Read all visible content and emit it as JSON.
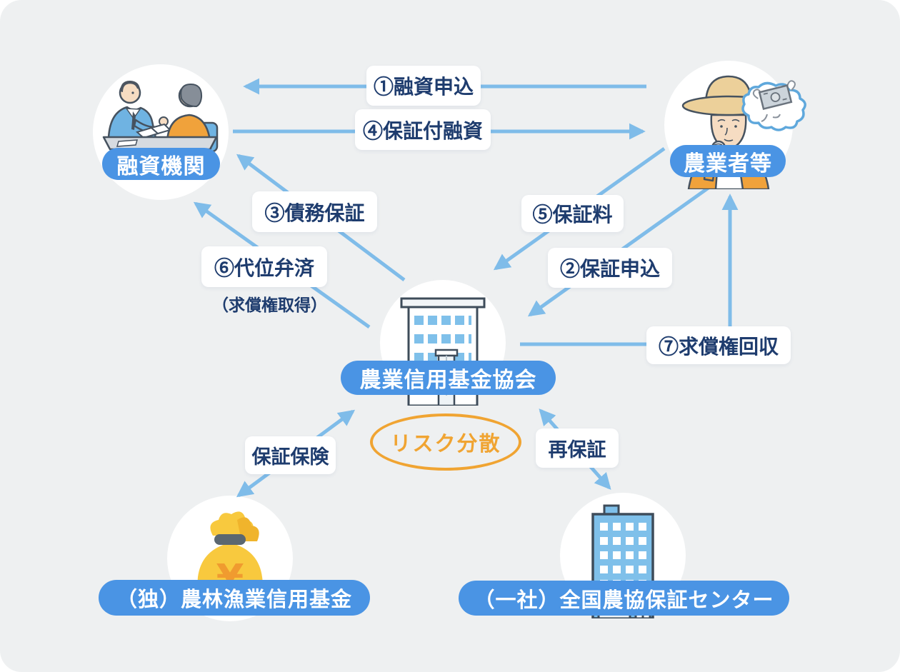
{
  "colors": {
    "canvas_bg": "#eef0f1",
    "page_bg": "#ffffff",
    "node_pill_blue": "#4a94e4",
    "arrow_blue": "#7fbce9",
    "label_text_navy": "#1e3c6e",
    "label_bg": "#ffffff",
    "risk_orange": "#f0a432",
    "illustration_orange": "#f0a23b",
    "money_bag_yellow": "#f8c93e",
    "building_window_blue": "#7fc0ea",
    "outline_slate": "#46525f"
  },
  "nodes": {
    "loan_institution": {
      "label": "融資機関"
    },
    "farmer": {
      "label": "農業者等"
    },
    "association": {
      "label": "農業信用基金協会"
    },
    "fund": {
      "label": "（独）農林漁業信用基金"
    },
    "guarantee_center": {
      "label": "（一社）全国農協保証センター"
    }
  },
  "flows": {
    "loan_application": {
      "label": "①融資申込",
      "from": "farmer",
      "to": "loan_institution"
    },
    "guarantee_application": {
      "label": "②保証申込",
      "from": "farmer",
      "to": "association"
    },
    "debt_guarantee": {
      "label": "③債務保証",
      "from": "association",
      "to": "loan_institution"
    },
    "guaranteed_loan": {
      "label": "④保証付融資",
      "from": "loan_institution",
      "to": "farmer"
    },
    "guarantee_fee": {
      "label": "⑤保証料",
      "from": "farmer",
      "to": "association"
    },
    "subrogation": {
      "label": "⑥代位弁済",
      "note": "（求償権取得）",
      "from": "association",
      "to": "loan_institution"
    },
    "reimbursement_collection": {
      "label": "⑦求償権回収",
      "from": "association",
      "to": "farmer"
    },
    "guarantee_insurance": {
      "label": "保証保険",
      "between": [
        "association",
        "fund"
      ]
    },
    "re_guarantee": {
      "label": "再保証",
      "between": [
        "association",
        "guarantee_center"
      ]
    },
    "risk_distribution": {
      "label": "リスク分散"
    }
  },
  "icons": {
    "bank_meeting": "bank-meeting-illustration",
    "farmer_person": "farmer-illustration",
    "money_thought_bubble": "money-thought-bubble-icon",
    "association_building": "association-building-icon",
    "money_bag": "money-bag-icon",
    "office_tower": "office-tower-icon"
  }
}
